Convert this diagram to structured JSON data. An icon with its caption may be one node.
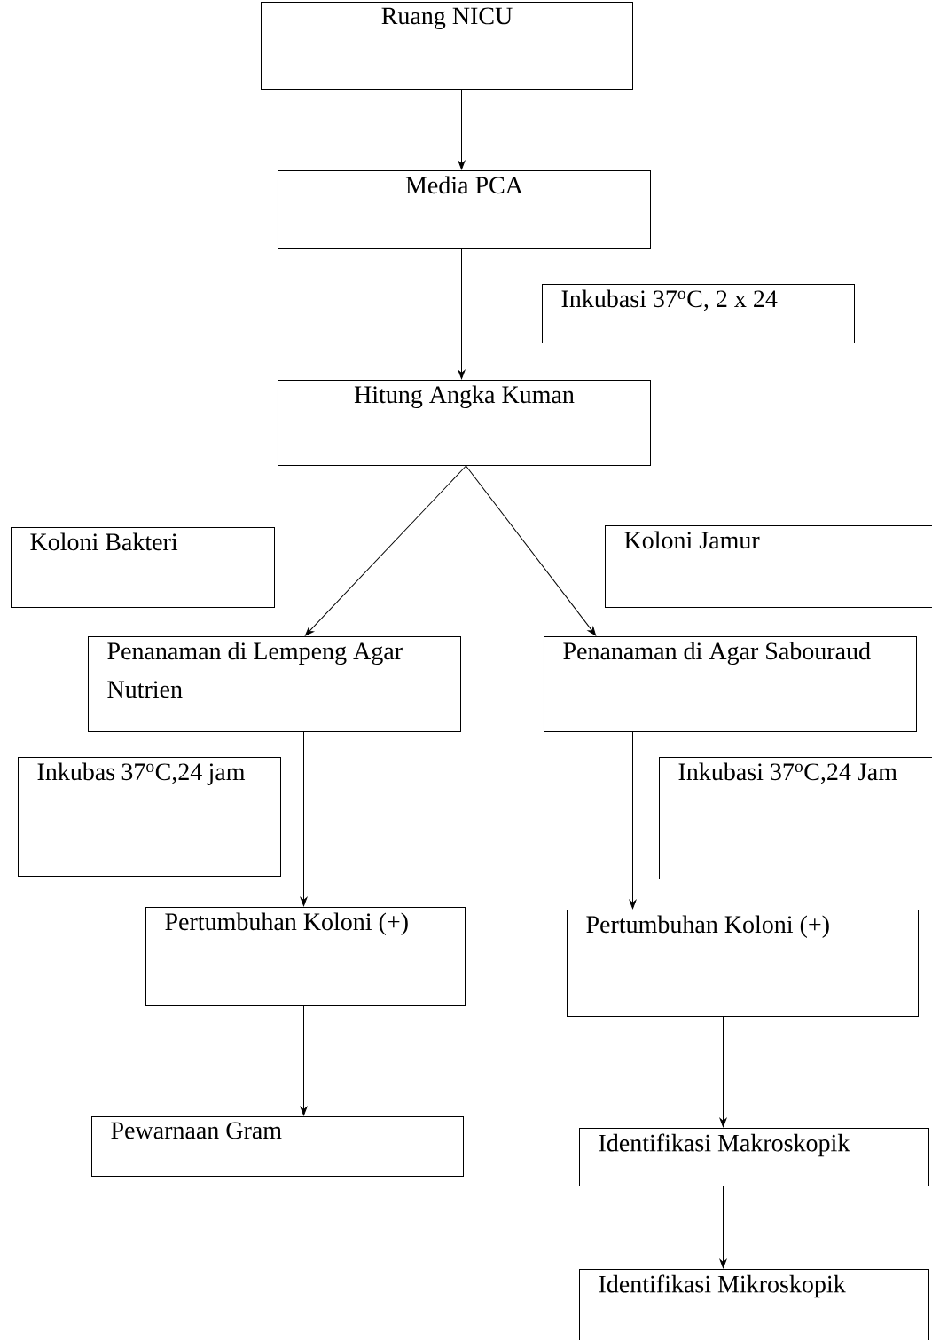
{
  "diagram": {
    "nodes": [
      {
        "text": [
          "Ruang NICU"
        ]
      },
      {
        "text": [
          "Media PCA"
        ]
      },
      {
        "text": [
          "Inkubasi 37$^{o}$C, 2 x 24"
        ]
      },
      {
        "text": [
          "Hitung Angka Kuman"
        ]
      },
      {
        "text": [
          "Koloni Bakteri"
        ]
      },
      {
        "text": [
          "Koloni Jamur"
        ]
      },
      {
        "text": [
          "Penanaman di Lempeng Agar Nutrien"
        ]
      },
      {
        "text": [
          "Penanaman di Agar Sabouraud"
        ]
      },
      {
        "text": [
          "Inkubas 37$^{o}$C,24 jam"
        ]
      },
      {
        "text": [
          "Inkubasi 37$^{o}$C,24 Jam"
        ]
      },
      {
        "text": [
          "Pertumbuhan Koloni (+)"
        ]
      },
      {
        "text": [
          "Pertumbuhan Koloni (+)"
        ]
      },
      {
        "text": [
          "Pewarnaan Gram"
        ]
      },
      {
        "text": [
          "Identifikasi Makroskopik"
        ]
      },
      {
        "text": [
          "Identifikasi Mikroskopik"
        ]
      }
    ],
    "edges": [
      {
        "from": 0,
        "to": 1,
        "arrow": "to"
      },
      {
        "from": 1,
        "to": 3,
        "arrow": "to"
      },
      {
        "from": 3,
        "to": 6,
        "arrow": "to"
      },
      {
        "from": 3,
        "to": 7,
        "arrow": "to"
      },
      {
        "from": 6,
        "to": 10,
        "arrow": "to"
      },
      {
        "from": 7,
        "to": 11,
        "arrow": "to"
      },
      {
        "from": 10,
        "to": 12,
        "arrow": "to"
      },
      {
        "from": 11,
        "to": 13,
        "arrow": "to"
      },
      {
        "from": 13,
        "to": 14,
        "arrow": "to"
      }
    ]
  }
}
